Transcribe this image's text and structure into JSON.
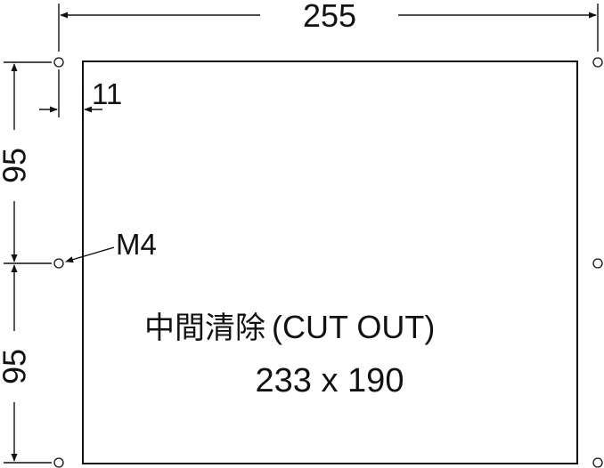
{
  "dimensions": {
    "overall_width": "255",
    "edge_offset": "11",
    "upper_spacing": "95",
    "lower_spacing": "95",
    "hole_label": "M4"
  },
  "cutout": {
    "title_cn": "中間清除",
    "title_en": "(CUT OUT)",
    "size": "233 x 190"
  }
}
